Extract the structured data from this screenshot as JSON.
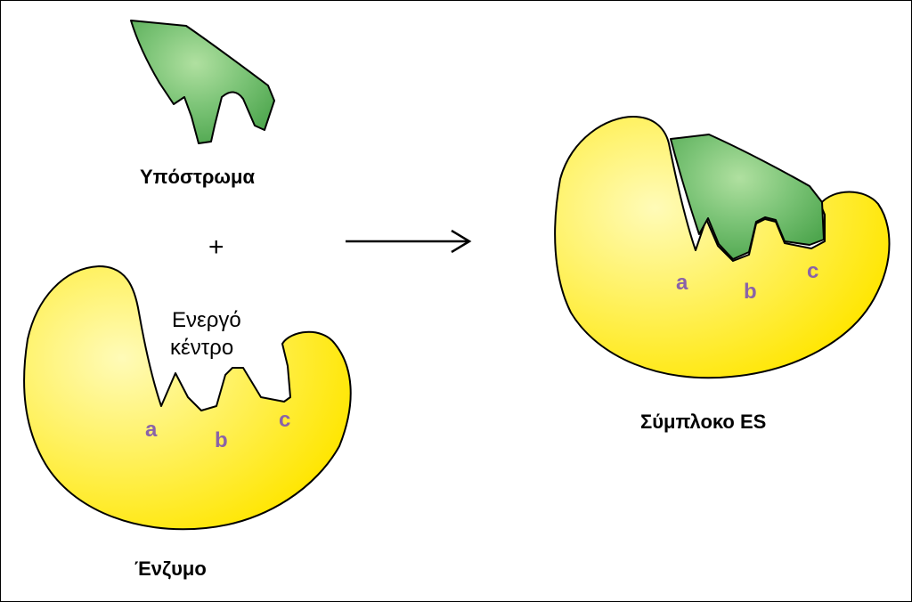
{
  "labels": {
    "substrate": "Υπόστρωμα",
    "plus": "+",
    "active_site": [
      "Ενεργό",
      "κέντρο"
    ],
    "enzyme": "Ένζυμο",
    "complex": "Σύμπλοκο ES"
  },
  "binding_sites": [
    "a",
    "b",
    "c"
  ],
  "colors": {
    "enzyme_fill": "#ffee1a",
    "enzyme_highlight": "#fffbb8",
    "substrate_fill": "#5db35d",
    "substrate_highlight": "#b0e0a0",
    "site_label": "#8a63a8",
    "outline": "#000000"
  },
  "icons": {
    "arrow": "right-arrow-icon"
  }
}
